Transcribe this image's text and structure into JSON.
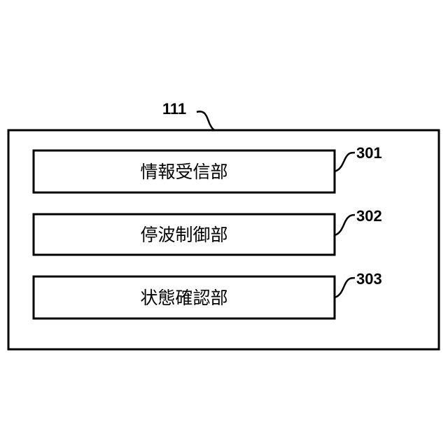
{
  "outer": {
    "ref": "111"
  },
  "blocks": [
    {
      "ref": "301",
      "label": "情報受信部"
    },
    {
      "ref": "302",
      "label": "停波制御部"
    },
    {
      "ref": "303",
      "label": "状態確認部"
    }
  ],
  "colors": {
    "stroke": "#000000",
    "background": "#ffffff"
  }
}
